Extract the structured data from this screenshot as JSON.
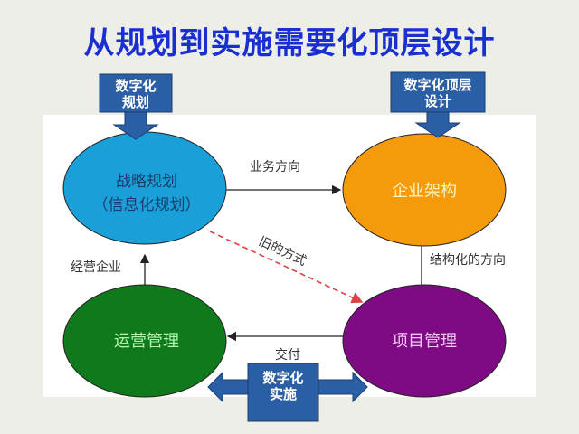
{
  "title": "从规划到实施需要化顶层设计",
  "callouts": {
    "planning": [
      "数字化",
      "规划"
    ],
    "design": [
      "数字化顶层",
      "设计"
    ],
    "implementation": [
      "数字化",
      "实施"
    ]
  },
  "nodes": {
    "strategy": [
      "战略规划",
      "（信息化规划）"
    ],
    "enterprise_arch": "企业架构",
    "project_mgmt": "项目管理",
    "operations": "运营管理"
  },
  "edges": {
    "business_direction": "业务方向",
    "structured_direction": "结构化的方向",
    "delivery": "交付",
    "run_business": "经营企业",
    "old_way": "旧的方式"
  },
  "colors": {
    "title": "#1a2fd0",
    "callout": "#2a5fa5",
    "strategy": "#1aa0d8",
    "enterprise_arch": "#f59a0a",
    "project_mgmt": "#7e0a84",
    "operations": "#0f7a1c",
    "old_way": "#e04040"
  }
}
